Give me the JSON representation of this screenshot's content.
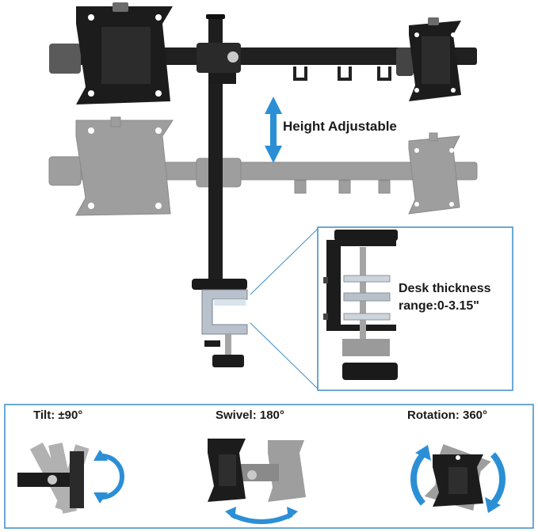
{
  "height": {
    "label": "Height Adjustable"
  },
  "desk": {
    "line1": "Desk thickness",
    "line2": "range:0-3.15\""
  },
  "features": {
    "tilt": {
      "label": "Tilt:",
      "value": "±90°"
    },
    "swivel": {
      "label": "Swivel:",
      "value": "180°"
    },
    "rotation": {
      "label": "Rotation:",
      "value": "360°"
    }
  },
  "colors": {
    "accent": "#2b8fd6",
    "frame": "#3a8cc8",
    "metal": "#1c1c1c",
    "ghost": "#9a9a9a"
  },
  "icons": [
    "vesa-plate-icon",
    "vertical-double-arrow-icon",
    "rotate-arrow-icon",
    "clamp-icon"
  ]
}
